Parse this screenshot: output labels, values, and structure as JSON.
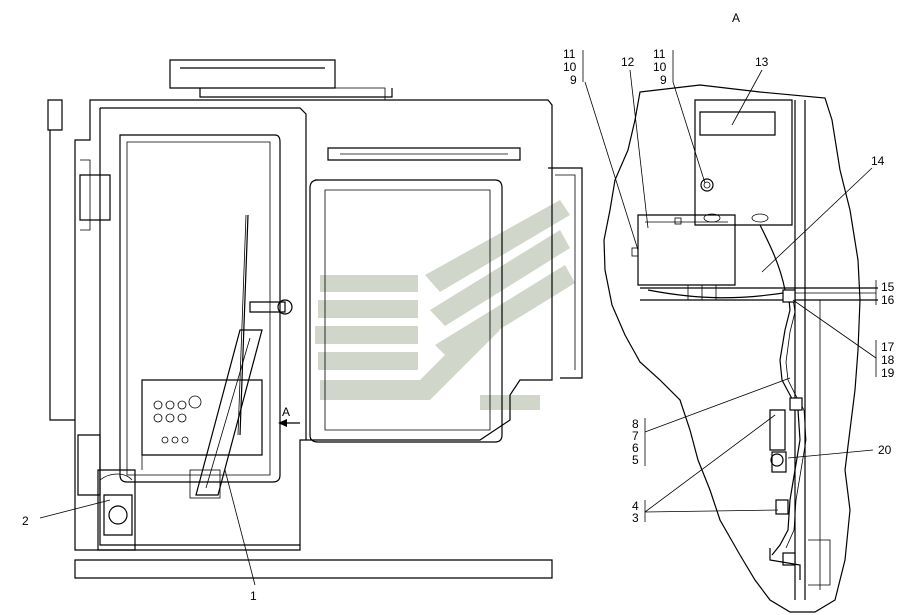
{
  "view_label": "A",
  "arrow_label": "A",
  "callouts": {
    "c1": "1",
    "c2": "2",
    "c3": "3",
    "c4": "4",
    "c5": "5",
    "c6": "6",
    "c7": "7",
    "c8": "8",
    "c9a": "9",
    "c10a": "10",
    "c11a": "11",
    "c9b": "9",
    "c10b": "10",
    "c11b": "11",
    "c12": "12",
    "c13": "13",
    "c14": "14",
    "c15": "15",
    "c16": "16",
    "c17": "17",
    "c18": "18",
    "c19": "19",
    "c20": "20"
  },
  "colors": {
    "line": "#000000",
    "watermark": "#c8cfc0"
  }
}
